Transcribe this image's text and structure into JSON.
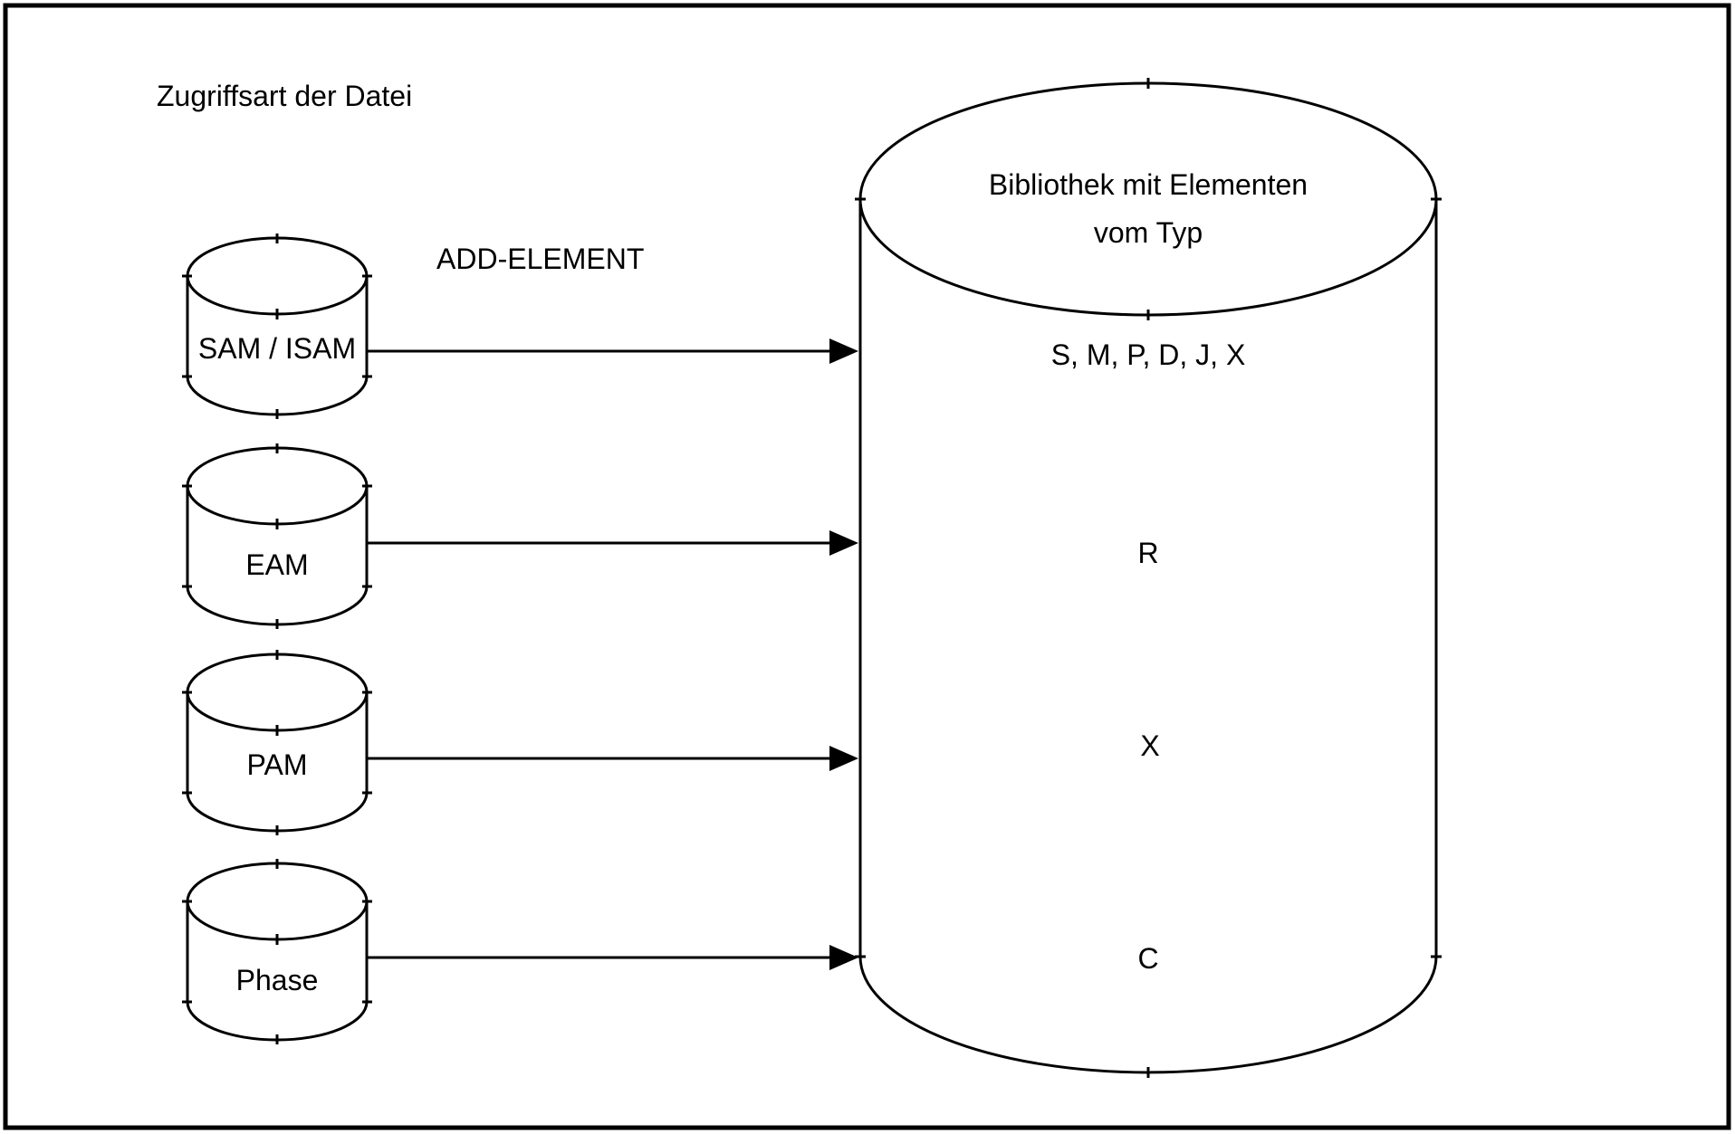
{
  "canvas": {
    "background": "#ffffff",
    "ink": "#000000"
  },
  "title": "Zugriffsart der Datei",
  "action_label": "ADD-ELEMENT",
  "source_cylinders": [
    {
      "label": "SAM / ISAM"
    },
    {
      "label": "EAM"
    },
    {
      "label": "PAM"
    },
    {
      "label": "Phase"
    }
  ],
  "library_cylinder": {
    "title_line1": "Bibliothek mit Elementen",
    "title_line2": "vom Typ",
    "element_types": [
      {
        "label": "S, M, P, D, J, X"
      },
      {
        "label": "R"
      },
      {
        "label": "X"
      },
      {
        "label": "C"
      }
    ]
  }
}
